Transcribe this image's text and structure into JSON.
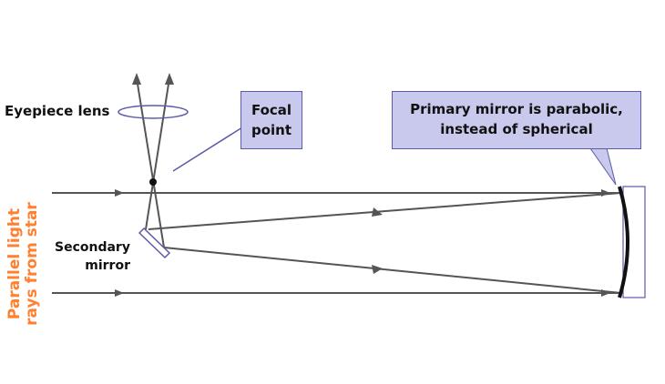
{
  "labels": {
    "eyepiece": "Eyepiece lens",
    "secondary_line1": "Secondary",
    "secondary_line2": "mirror",
    "focal_line1": "Focal",
    "focal_line2": "point",
    "primary_line1": "Primary mirror is parabolic,",
    "primary_line2": "instead of spherical",
    "side_line1": "Parallel light",
    "side_line2": "rays from star"
  },
  "colors": {
    "ray": "#555555",
    "callout_fill": "#c9c9ee",
    "callout_border": "#5b5ba8",
    "side_text": "#ff8030",
    "mirror": "#111111"
  }
}
